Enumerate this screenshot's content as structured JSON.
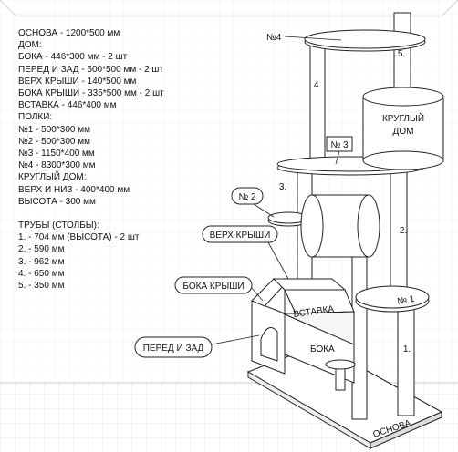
{
  "specs": {
    "base": "ОСНОВА - 1200*500 мм",
    "house_heading": "ДОМ:",
    "sides": "БОКА - 446*300 мм - 2 шт",
    "front_back": "ПЕРЕД И ЗАД - 600*500 мм - 2 шт",
    "roof_top": "ВЕРХ КРЫШИ - 140*500 мм",
    "roof_sides": "БОКА КРЫШИ - 335*500 мм - 2 шт",
    "insert": "ВСТАВКА - 446*400 мм",
    "shelves_heading": "ПОЛКИ:",
    "shelf1": "№1 - 500*300 мм",
    "shelf2": "№2 - 500*300 мм",
    "shelf3": "№3 - 1150*400 мм",
    "shelf4": "№4 - 8300*300 мм",
    "round_house_heading": "КРУГЛЫЙ ДОМ:",
    "round_top_bottom": "ВЕРХ И НИЗ - 400*400 мм",
    "round_height": "ВЫСОТА - 300 мм",
    "pipes_heading": "ТРУБЫ (СТОЛБЫ):",
    "pipe1": "1. - 704 мм (ВЫСОТА) - 2 шт",
    "pipe2": "2. - 590 мм",
    "pipe3": "3. - 962 мм",
    "pipe4": "4. - 650 мм",
    "pipe5": "5. - 350 мм"
  },
  "labels": {
    "shelf4": "№4",
    "shelf3": "№ 3",
    "shelf2": "№ 2",
    "shelf1": "№ 1",
    "round_house_line1": "КРУГЛЫЙ",
    "round_house_line2": "ДОМ",
    "roof_top": "ВЕРХ КРЫШИ",
    "roof_sides": "БОКА КРЫШИ",
    "front_back": "ПЕРЕД И ЗАД",
    "insert": "ВСТАВКА",
    "sides": "БОКА",
    "base": "ОСНОВА",
    "post1": "1.",
    "post2": "2.",
    "post3": "3.",
    "post4": "4.",
    "post5": "5."
  }
}
